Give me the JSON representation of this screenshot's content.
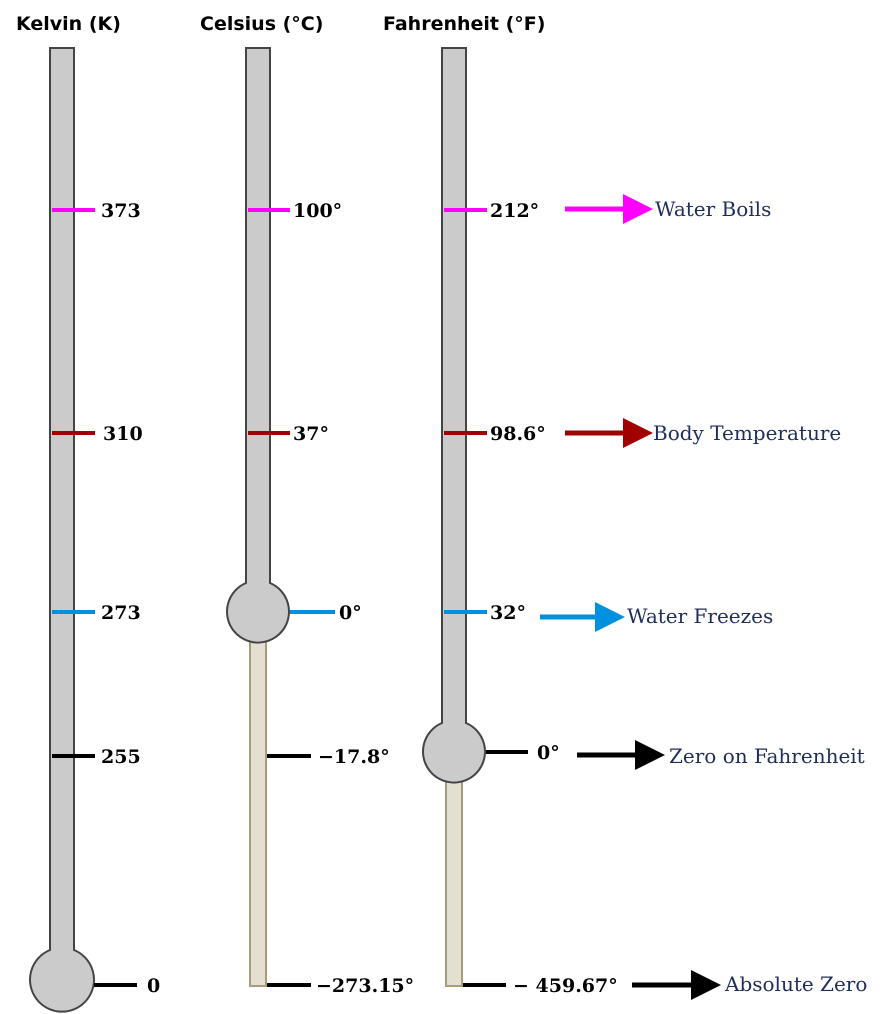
{
  "headers": {
    "kelvin": "Kelvin (K)",
    "celsius": "Celsius (°C)",
    "fahrenheit": "Fahrenheit (°F)"
  },
  "colors": {
    "boils": "#ff00ff",
    "body": "#a00000",
    "freezes": "#0090e0",
    "zero": "#000000",
    "label": "#1f2d5a"
  },
  "kelvin": {
    "boils": "373",
    "body": "310",
    "freezes": "273",
    "zero_f": "255",
    "absolute": "0"
  },
  "celsius": {
    "boils": "100°",
    "body": "37°",
    "freezes": "0°",
    "zero_f": "−17.8°",
    "absolute": "−273.15°"
  },
  "fahrenheit": {
    "boils": "212°",
    "body": "98.6°",
    "freezes": "32°",
    "zero_f": "0°",
    "absolute": "− 459.67°"
  },
  "labels": {
    "boils": "Water Boils",
    "body": "Body Temperature",
    "freezes": "Water Freezes",
    "zero_f": "Zero on Fahrenheit",
    "absolute": "Absolute Zero"
  }
}
